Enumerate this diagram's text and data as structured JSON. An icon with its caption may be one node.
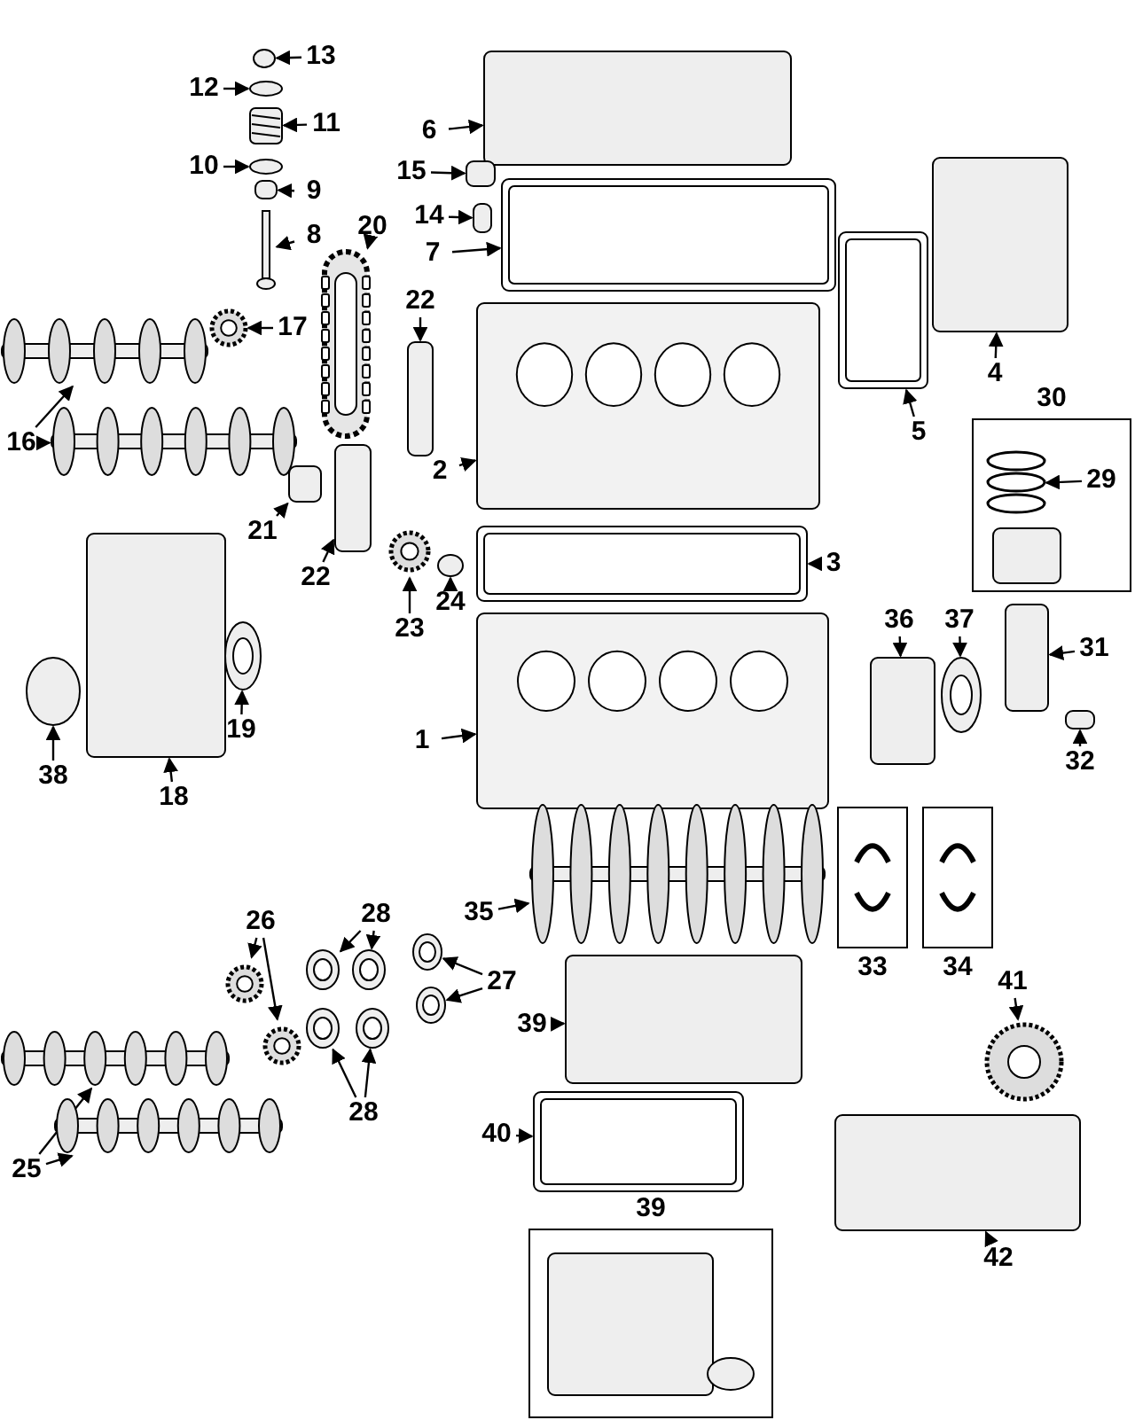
{
  "diagram": {
    "nodes": [
      {
        "text": [
          "13"
        ]
      },
      {
        "text": [],
        "shape": "circle"
      },
      {
        "text": [
          "12"
        ]
      },
      {
        "text": [],
        "shape": "circle"
      },
      {
        "text": [
          "11"
        ]
      },
      {
        "text": [],
        "shape": "picture"
      },
      {
        "text": [
          "10"
        ]
      },
      {
        "text": [],
        "shape": "circle"
      },
      {
        "text": [
          "9"
        ]
      },
      {
        "text": [],
        "shape": "box"
      },
      {
        "text": [
          "8"
        ]
      },
      {
        "text": [],
        "shape": "picture"
      },
      {
        "text": [
          "20"
        ]
      },
      {
        "text": [],
        "shape": "picture"
      },
      {
        "text": [
          "6"
        ]
      },
      {
        "text": [],
        "shape": "box"
      },
      {
        "text": [
          "15"
        ]
      },
      {
        "text": [],
        "shape": "box"
      },
      {
        "text": [
          "14"
        ]
      },
      {
        "text": [],
        "shape": "box"
      },
      {
        "text": [
          "7"
        ]
      },
      {
        "text": [],
        "shape": "box"
      },
      {
        "text": [
          "17"
        ]
      },
      {
        "text": [],
        "shape": "picture"
      },
      {
        "text": [
          "16"
        ]
      },
      {
        "text": [],
        "shape": "picture"
      },
      {
        "text": [],
        "shape": "picture"
      },
      {
        "text": [
          "22"
        ]
      },
      {
        "text": [],
        "shape": "box"
      },
      {
        "text": [
          "2"
        ]
      },
      {
        "text": [],
        "shape": "picture"
      },
      {
        "text": [
          "5"
        ]
      },
      {
        "text": [],
        "shape": "box"
      },
      {
        "text": [
          "4"
        ]
      },
      {
        "text": [],
        "shape": "box"
      },
      {
        "text": [
          "30"
        ]
      },
      {
        "text": [
          "29"
        ],
        "in": 35
      },
      {
        "text": [],
        "shape": "picture",
        "in": 35
      },
      {
        "text": [],
        "shape": "box",
        "in": 35
      },
      {
        "text": [
          "21"
        ]
      },
      {
        "text": [],
        "shape": "box"
      },
      {
        "text": [
          "22"
        ]
      },
      {
        "text": [],
        "shape": "box"
      },
      {
        "text": [
          "23"
        ]
      },
      {
        "text": [],
        "shape": "picture"
      },
      {
        "text": [
          "24"
        ]
      },
      {
        "text": [],
        "shape": "circle"
      },
      {
        "text": [
          "3"
        ]
      },
      {
        "text": [],
        "shape": "box"
      },
      {
        "text": [
          "36"
        ]
      },
      {
        "text": [],
        "shape": "box"
      },
      {
        "text": [
          "37"
        ]
      },
      {
        "text": [],
        "shape": "picture"
      },
      {
        "text": [
          "31"
        ]
      },
      {
        "text": [],
        "shape": "box"
      },
      {
        "text": [
          "32"
        ]
      },
      {
        "text": [],
        "shape": "box"
      },
      {
        "text": [
          "19"
        ]
      },
      {
        "text": [],
        "shape": "picture"
      },
      {
        "text": [
          "38"
        ]
      },
      {
        "text": [],
        "shape": "circle"
      },
      {
        "text": [
          "18"
        ]
      },
      {
        "text": [],
        "shape": "box"
      },
      {
        "text": [
          "1"
        ]
      },
      {
        "text": [],
        "shape": "picture"
      },
      {
        "text": [
          "35"
        ]
      },
      {
        "text": [],
        "shape": "picture"
      },
      {
        "text": [
          "33"
        ]
      },
      {
        "text": [],
        "shape": "picture",
        "in": 67
      },
      {
        "text": [
          "34"
        ]
      },
      {
        "text": [],
        "shape": "picture",
        "in": 69
      },
      {
        "text": [
          "26"
        ]
      },
      {
        "text": [],
        "shape": "picture"
      },
      {
        "text": [],
        "shape": "picture"
      },
      {
        "text": [
          "28"
        ]
      },
      {
        "text": [],
        "shape": "picture"
      },
      {
        "text": [],
        "shape": "picture"
      },
      {
        "text": [
          "27"
        ]
      },
      {
        "text": [],
        "shape": "picture"
      },
      {
        "text": [],
        "shape": "picture"
      },
      {
        "text": [
          "28"
        ]
      },
      {
        "text": [],
        "shape": "picture"
      },
      {
        "text": [],
        "shape": "picture"
      },
      {
        "text": [
          "39"
        ]
      },
      {
        "text": [],
        "shape": "box"
      },
      {
        "text": [
          "25"
        ]
      },
      {
        "text": [],
        "shape": "picture"
      },
      {
        "text": [],
        "shape": "picture"
      },
      {
        "text": [
          "40"
        ]
      },
      {
        "text": [],
        "shape": "box"
      },
      {
        "text": [
          "41"
        ]
      },
      {
        "text": [],
        "shape": "picture"
      },
      {
        "text": [
          "42"
        ]
      },
      {
        "text": [],
        "shape": "box"
      },
      {
        "text": [
          "39"
        ]
      },
      {
        "text": [],
        "shape": "box",
        "in": 94
      },
      {
        "text": [],
        "shape": "circle",
        "in": 94
      }
    ],
    "edges": [
      {
        "from": 0,
        "to": 1,
        "arrow": "to"
      },
      {
        "from": 2,
        "to": 3,
        "arrow": "to"
      },
      {
        "from": 4,
        "to": 5,
        "arrow": "to"
      },
      {
        "from": 6,
        "to": 7,
        "arrow": "to"
      },
      {
        "from": 8,
        "to": 9,
        "arrow": "to"
      },
      {
        "from": 10,
        "to": 11,
        "arrow": "to"
      },
      {
        "from": 12,
        "to": 13,
        "arrow": "to"
      },
      {
        "from": 14,
        "to": 15,
        "arrow": "to"
      },
      {
        "from": 16,
        "to": 17,
        "arrow": "to"
      },
      {
        "from": 18,
        "to": 19,
        "arrow": "to"
      },
      {
        "from": 20,
        "to": 21,
        "arrow": "to"
      },
      {
        "from": 22,
        "to": 23,
        "arrow": "to"
      },
      {
        "from": 24,
        "to": 25,
        "arrow": "to"
      },
      {
        "from": 24,
        "to": 26,
        "arrow": "to"
      },
      {
        "from": 27,
        "to": 28,
        "arrow": "to"
      },
      {
        "from": 29,
        "to": 30,
        "arrow": "to"
      },
      {
        "from": 31,
        "to": 32,
        "arrow": "to"
      },
      {
        "from": 33,
        "to": 34,
        "arrow": "to"
      },
      {
        "from": 36,
        "to": 37,
        "arrow": "to"
      },
      {
        "from": 39,
        "to": 40,
        "arrow": "to"
      },
      {
        "from": 41,
        "to": 42,
        "arrow": "to"
      },
      {
        "from": 43,
        "to": 44,
        "arrow": "to"
      },
      {
        "from": 45,
        "to": 46,
        "arrow": "to"
      },
      {
        "from": 47,
        "to": 48,
        "arrow": "to"
      },
      {
        "from": 49,
        "to": 50,
        "arrow": "to"
      },
      {
        "from": 51,
        "to": 52,
        "arrow": "to"
      },
      {
        "from": 53,
        "to": 54,
        "arrow": "to"
      },
      {
        "from": 55,
        "to": 56,
        "arrow": "to"
      },
      {
        "from": 57,
        "to": 58,
        "arrow": "to"
      },
      {
        "from": 59,
        "to": 60,
        "arrow": "to"
      },
      {
        "from": 61,
        "to": 62,
        "arrow": "to"
      },
      {
        "from": 63,
        "to": 64,
        "arrow": "to"
      },
      {
        "from": 65,
        "to": 66,
        "arrow": "to"
      },
      {
        "from": 71,
        "to": 72,
        "arrow": "to"
      },
      {
        "from": 71,
        "to": 73,
        "arrow": "to"
      },
      {
        "from": 74,
        "to": 75,
        "arrow": "to"
      },
      {
        "from": 74,
        "to": 76,
        "arrow": "to"
      },
      {
        "from": 77,
        "to": 78,
        "arrow": "to"
      },
      {
        "from": 77,
        "to": 79,
        "arrow": "to"
      },
      {
        "from": 80,
        "to": 81,
        "arrow": "to"
      },
      {
        "from": 80,
        "to": 82,
        "arrow": "to"
      },
      {
        "from": 83,
        "to": 84,
        "arrow": "to"
      },
      {
        "from": 85,
        "to": 86,
        "arrow": "to"
      },
      {
        "from": 85,
        "to": 87,
        "arrow": "to"
      },
      {
        "from": 88,
        "to": 89,
        "arrow": "to"
      },
      {
        "from": 90,
        "to": 91,
        "arrow": "to"
      },
      {
        "from": 92,
        "to": 93,
        "arrow": "to"
      }
    ]
  }
}
